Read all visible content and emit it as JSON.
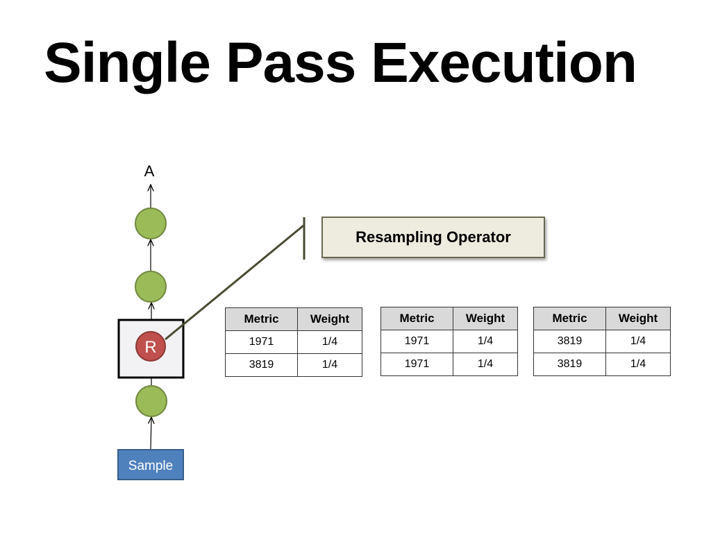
{
  "slide": {
    "title": "Single Pass Execution"
  },
  "diagram": {
    "output_label": "A",
    "resample_node_label": "R",
    "source_label": "Sample",
    "callout_label": "Resampling Operator",
    "colors": {
      "green_node_fill": "#9bbb59",
      "green_node_stroke": "#71893f",
      "resample_fill": "#c0504d",
      "resample_stroke": "#8c3836",
      "sample_box_fill": "#4f81bd",
      "sample_box_stroke": "#385d8a",
      "callout_fill": "#eeecdf",
      "callout_line": "#4a4a33"
    }
  },
  "tables": [
    {
      "headers": [
        "Metric",
        "Weight"
      ],
      "rows": [
        [
          "1971",
          "1/4"
        ],
        [
          "3819",
          "1/4"
        ]
      ]
    },
    {
      "headers": [
        "Metric",
        "Weight"
      ],
      "rows": [
        [
          "1971",
          "1/4"
        ],
        [
          "1971",
          "1/4"
        ]
      ]
    },
    {
      "headers": [
        "Metric",
        "Weight"
      ],
      "rows": [
        [
          "3819",
          "1/4"
        ],
        [
          "3819",
          "1/4"
        ]
      ]
    }
  ]
}
